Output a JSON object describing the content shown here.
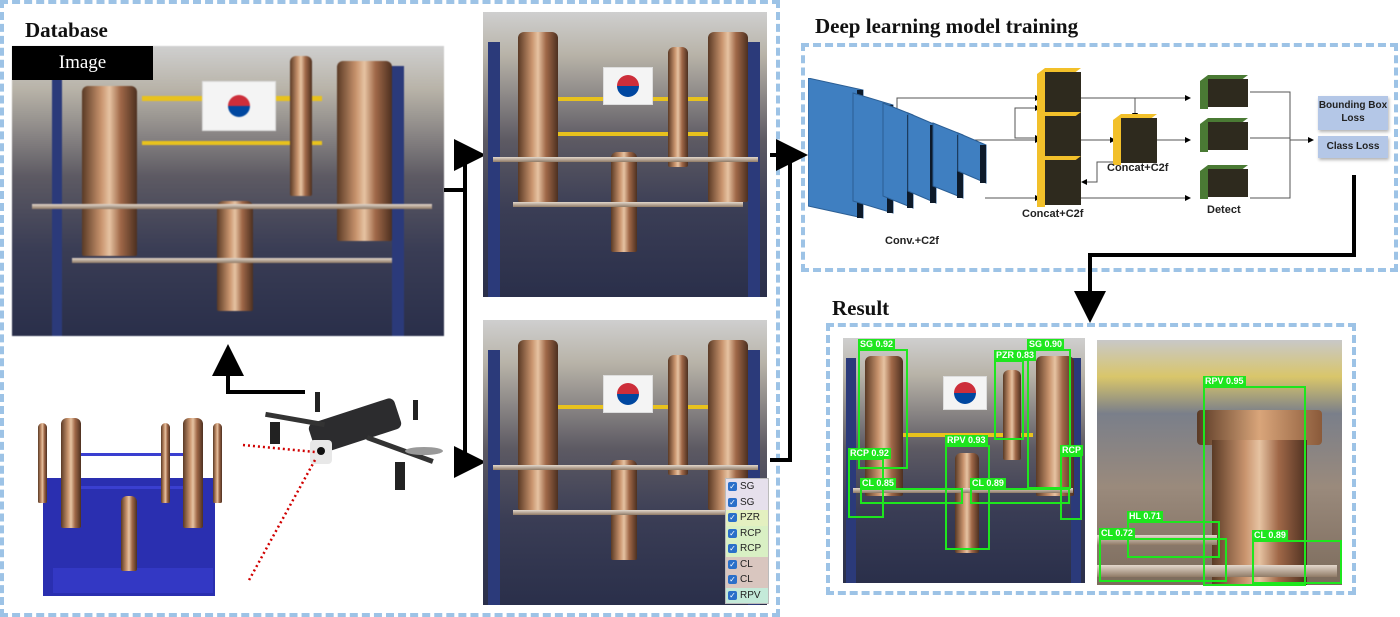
{
  "sections": {
    "database": {
      "title": "Database",
      "image_label": "Image"
    },
    "training": {
      "title": "Deep learning model training"
    },
    "result": {
      "title": "Result"
    }
  },
  "annotation_legend": {
    "items": [
      {
        "label": "SG",
        "checked": true,
        "color": "#e6e0ec"
      },
      {
        "label": "SG",
        "checked": true,
        "color": "#e6e0ec"
      },
      {
        "label": "PZR",
        "checked": true,
        "color": "#e4f0c0"
      },
      {
        "label": "RCP",
        "checked": true,
        "color": "#d9f0c4"
      },
      {
        "label": "RCP",
        "checked": true,
        "color": "#d9f0c4"
      },
      {
        "label": "CL",
        "checked": true,
        "color": "#d9c6bf"
      },
      {
        "label": "CL",
        "checked": true,
        "color": "#d9c6bf"
      },
      {
        "label": "RPV",
        "checked": true,
        "color": "#c4ead9"
      }
    ]
  },
  "network": {
    "backbone_label": "Conv.+C2f",
    "neck_label": "Concat+C2f",
    "neck_label_2": "Concat+C2f",
    "head_label": "Detect",
    "losses": [
      "Bounding Box Loss",
      "Class Loss"
    ],
    "colors": {
      "backbone": "#3f7fc1",
      "neck": "#f2c02a",
      "head": "#4a7a34"
    }
  },
  "result_detections": {
    "image1": [
      {
        "label": "SG 0.92"
      },
      {
        "label": "SG 0.90"
      },
      {
        "label": "PZR 0.83"
      },
      {
        "label": "RPV 0.93"
      },
      {
        "label": "RCP 0.92"
      },
      {
        "label": "RCP"
      },
      {
        "label": "CL 0.85"
      },
      {
        "label": "CL 0.89"
      }
    ],
    "image2": [
      {
        "label": "RPV 0.95"
      },
      {
        "label": "HL 0.71"
      },
      {
        "label": "CL 0.72"
      },
      {
        "label": "CL 0.89"
      }
    ],
    "box_color": "#1ee61e"
  },
  "colors": {
    "dashed_border": "#9dc3e6",
    "laser": "#d00000"
  }
}
